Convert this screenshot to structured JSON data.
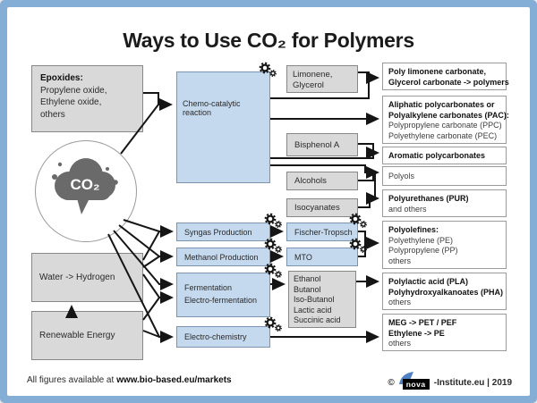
{
  "title": "Ways to Use CO₂ for Polymers",
  "colors": {
    "frame": "#85aed7",
    "process_fill": "#c5d9ee",
    "process_border": "#7d94ae",
    "input_fill": "#d9d9d9",
    "input_border": "#878787",
    "output_border": "#9a9a9a",
    "line": "#151515",
    "cloud": "#6a6a6a",
    "nova_blue": "#4e82c4"
  },
  "icons": {
    "gears": "gears-icon",
    "co2_cloud": "co2-cloud-icon",
    "nova_sail": "nova-sail-icon"
  },
  "inputs": {
    "epoxides_title": "Epoxides:",
    "epoxides_l1": "Propylene oxide,",
    "epoxides_l2": "Ethylene oxide,",
    "epoxides_l3": "others",
    "co2_label": "CO₂",
    "water": "Water -> Hydrogen",
    "renewable": "Renewable Energy"
  },
  "processes": {
    "chemo": "Chemo-catalytic reaction",
    "syngas": "Syngas Production",
    "methanol": "Methanol Production",
    "fermentation_l1": "Fermentation",
    "fermentation_l2": "Electro-fermentation",
    "electro": "Electro-chemistry",
    "fischer": "Fischer-Tropsch",
    "mto": "MTO"
  },
  "intermediates": {
    "limonene_l1": "Limonene,",
    "limonene_l2": "Glycerol",
    "bisphenol": "Bisphenol A",
    "alcohols": "Alcohols",
    "isocyanates": "Isocyanates",
    "ferm_products": [
      "Ethanol",
      "Butanol",
      "Iso-Butanol",
      "Lactic acid",
      "Succinic acid"
    ]
  },
  "outputs": {
    "poly_limonene": {
      "l1": "Poly limonene carbonate,",
      "l2": "Glycerol carbonate -> polymers"
    },
    "aliphatic": {
      "l1": "Aliphatic polycarbonates or",
      "l2": "Polyalkylene carbonates (PAC):",
      "l3": "Polypropylene carbonate (PPC)",
      "l4": "Polyethylene carbonate (PEC)"
    },
    "aromatic": {
      "l1": "Aromatic polycarbonates"
    },
    "polyols": {
      "l1": "Polyols"
    },
    "pur": {
      "l1": "Polyurethanes (PUR)",
      "l2": "and others"
    },
    "polyolefines": {
      "l1": "Polyolefines:",
      "l2": "Polyethylene (PE)",
      "l3": "Polypropylene (PP)",
      "l4": "others"
    },
    "pla": {
      "l1": "Polylactic acid (PLA)",
      "l2": "Polyhydroxyalkanoates (PHA)",
      "l3": "others"
    },
    "meg": {
      "l1": "MEG -> PET / PEF",
      "l2": "Ethylene -> PE",
      "l3": "others"
    }
  },
  "footer": {
    "note": "All figures available at ",
    "url": "www.bio-based.eu/markets",
    "copyright": "©",
    "logo": "nova",
    "credit": "-Institute.eu | 2019"
  }
}
